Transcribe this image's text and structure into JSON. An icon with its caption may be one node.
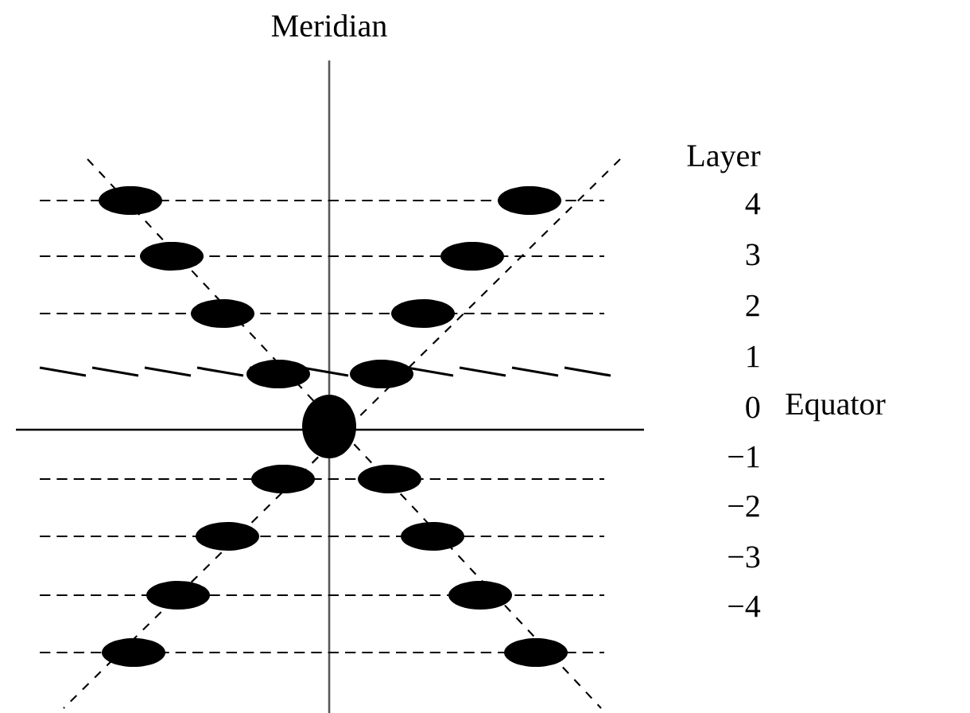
{
  "diagram": {
    "labels": [
      "Meridian",
      "Layer",
      "4",
      "3",
      "2",
      "1",
      "0",
      "Equator",
      "−1",
      "−2",
      "−3",
      "−4"
    ]
  }
}
